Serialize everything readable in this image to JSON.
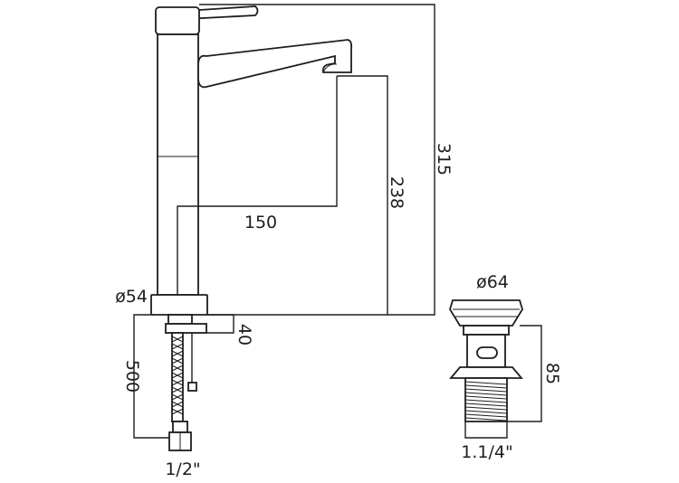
{
  "drawing": {
    "tap": {
      "height_label": "315",
      "outlet_height_label": "238",
      "reach_label": "150",
      "base_diameter_label": "ø54",
      "max_deck_thickness_label": "40",
      "hose_length_label": "500",
      "connection_label": "1/2\""
    },
    "waste": {
      "diameter_label": "ø64",
      "height_label": "85",
      "thread_label": "1.1/4\""
    }
  }
}
